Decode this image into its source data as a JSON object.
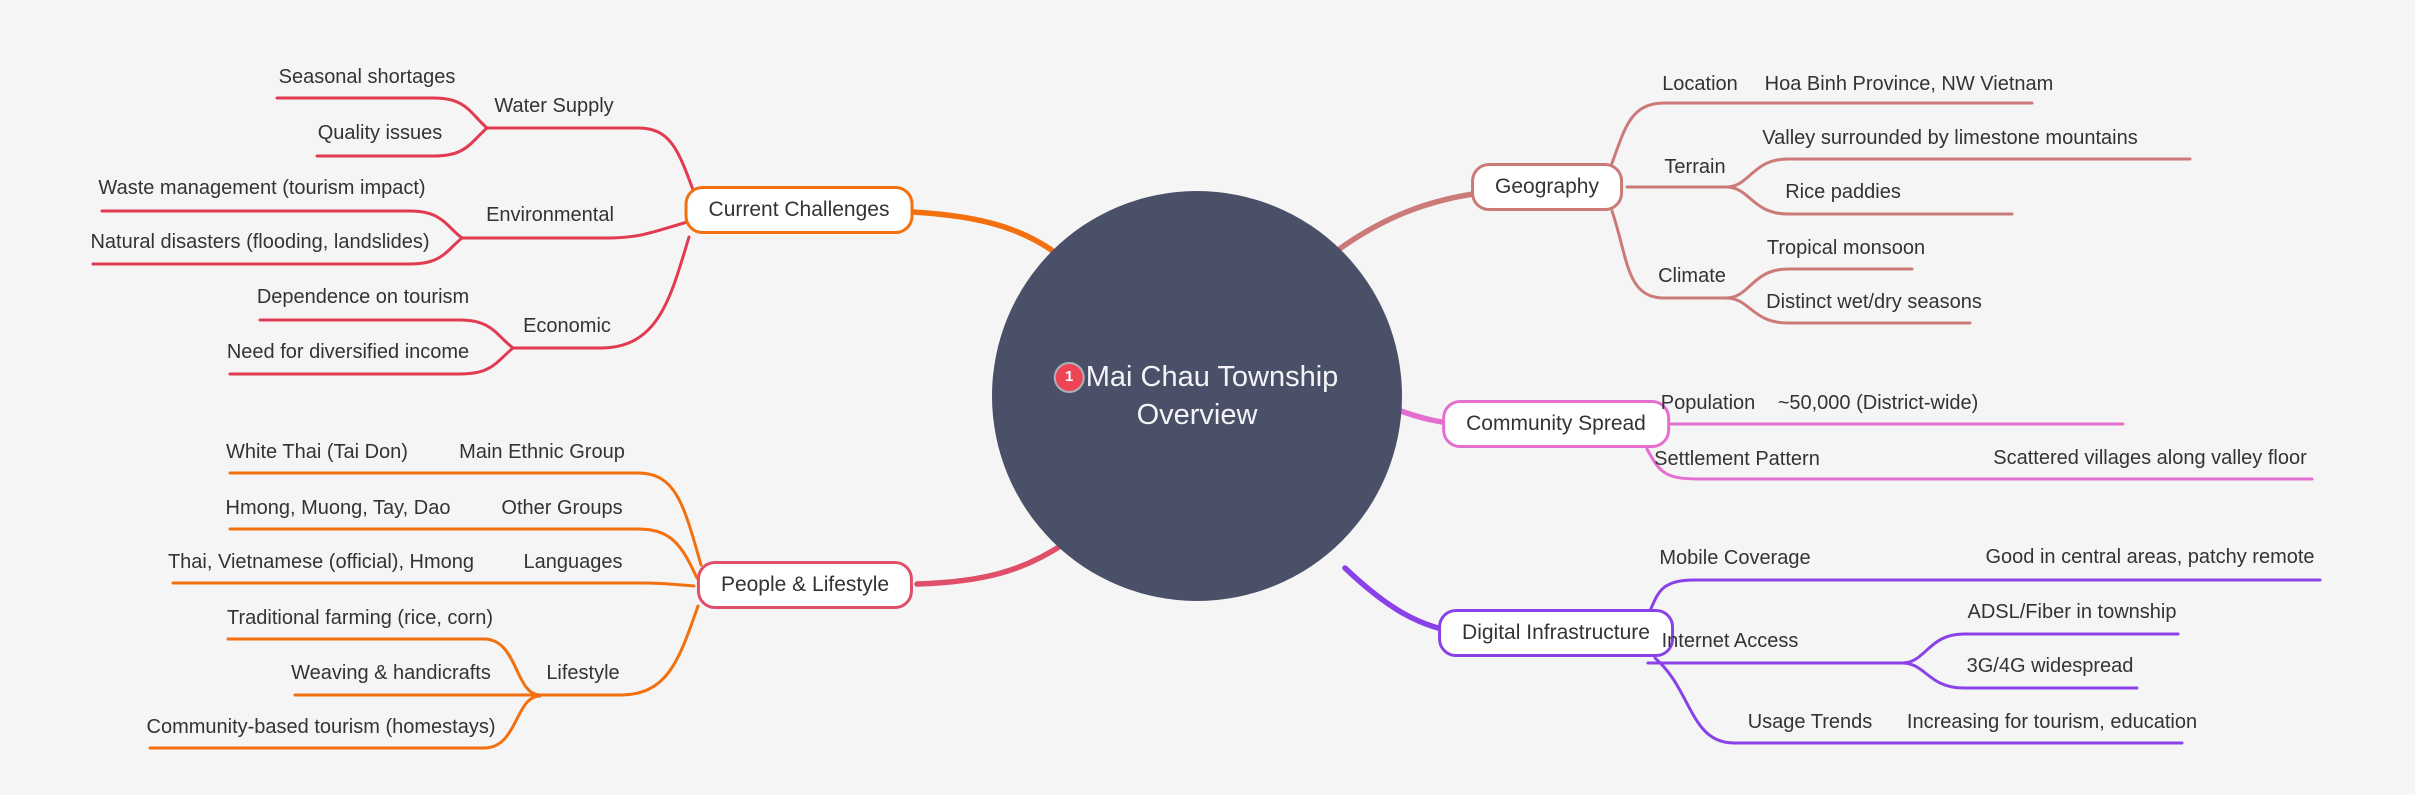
{
  "background": "#f5f5f5",
  "center": {
    "badge": "1",
    "line1": "Mai Chau Township",
    "line2": "Overview",
    "fill": "#4a5068",
    "badge_color": "#ef4455"
  },
  "branches": {
    "challenges": {
      "label": "Current Challenges",
      "color": "#f3700e",
      "child_color": "#e23a50",
      "groups": [
        {
          "label": "Water Supply",
          "items": [
            "Seasonal shortages",
            "Quality issues"
          ]
        },
        {
          "label": "Environmental",
          "items": [
            "Waste management (tourism impact)",
            "Natural disasters (flooding, landslides)"
          ]
        },
        {
          "label": "Economic",
          "items": [
            "Dependence on tourism",
            "Need for diversified income"
          ]
        }
      ]
    },
    "people": {
      "label": "People & Lifestyle",
      "color": "#e04f69",
      "child_color": "#f3700e",
      "groups": [
        {
          "label": "Main Ethnic Group",
          "items": [
            "White Thai (Tai Don)"
          ]
        },
        {
          "label": "Other Groups",
          "items": [
            "Hmong, Muong, Tay, Dao"
          ]
        },
        {
          "label": "Languages",
          "items": [
            "Thai, Vietnamese (official), Hmong"
          ]
        },
        {
          "label": "Lifestyle",
          "items": [
            "Traditional farming (rice, corn)",
            "Weaving & handicrafts",
            "Community-based tourism (homestays)"
          ]
        }
      ]
    },
    "geography": {
      "label": "Geography",
      "color": "#cc7a78",
      "child_color": "#cc7a78",
      "groups": [
        {
          "label": "Location",
          "items": [
            "Hoa Binh Province, NW Vietnam"
          ]
        },
        {
          "label": "Terrain",
          "items": [
            "Valley surrounded by limestone mountains",
            "Rice paddies"
          ]
        },
        {
          "label": "Climate",
          "items": [
            "Tropical monsoon",
            "Distinct wet/dry seasons"
          ]
        }
      ]
    },
    "community": {
      "label": "Community Spread",
      "color": "#e46fd0",
      "child_color": "#e46fd0",
      "groups": [
        {
          "label": "Population",
          "items": [
            "~50,000 (District-wide)"
          ]
        },
        {
          "label": "Settlement Pattern",
          "items": [
            "Scattered villages along valley floor"
          ]
        }
      ]
    },
    "digital": {
      "label": "Digital Infrastructure",
      "color": "#8a42e8",
      "child_color": "#8a42e8",
      "groups": [
        {
          "label": "Mobile Coverage",
          "items": [
            "Good in central areas, patchy remote"
          ]
        },
        {
          "label": "Internet Access",
          "items": [
            "ADSL/Fiber in township",
            "3G/4G widespread"
          ]
        },
        {
          "label": "Usage Trends",
          "items": [
            "Increasing for tourism, education"
          ]
        }
      ]
    }
  }
}
